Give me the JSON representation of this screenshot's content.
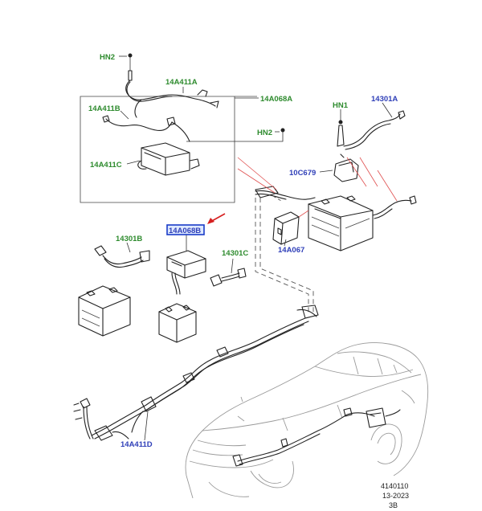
{
  "diagram": {
    "labels": {
      "hn2_top": "HN2",
      "p14A411A": "14A411A",
      "p14A068A": "14A068A",
      "p14A411B": "14A411B",
      "hn2_mid": "HN2",
      "p14A411C": "14A411C",
      "hn1": "HN1",
      "p14301A": "14301A",
      "p10C679": "10C679",
      "p14A067": "14A067",
      "p14A068B": "14A068B",
      "p14301B": "14301B",
      "p14301C": "14301C",
      "p14A411D": "14A411D"
    },
    "footer": {
      "ref_number": "4140110",
      "ref_date": "13-2023",
      "ref_code": "3B"
    },
    "colors": {
      "green_label": "#2e8b2e",
      "blue_label": "#2f3fb8",
      "highlight_box": "#1a3cc8",
      "pointer_arrow": "#d62020",
      "leader_red": "#e05050"
    }
  }
}
